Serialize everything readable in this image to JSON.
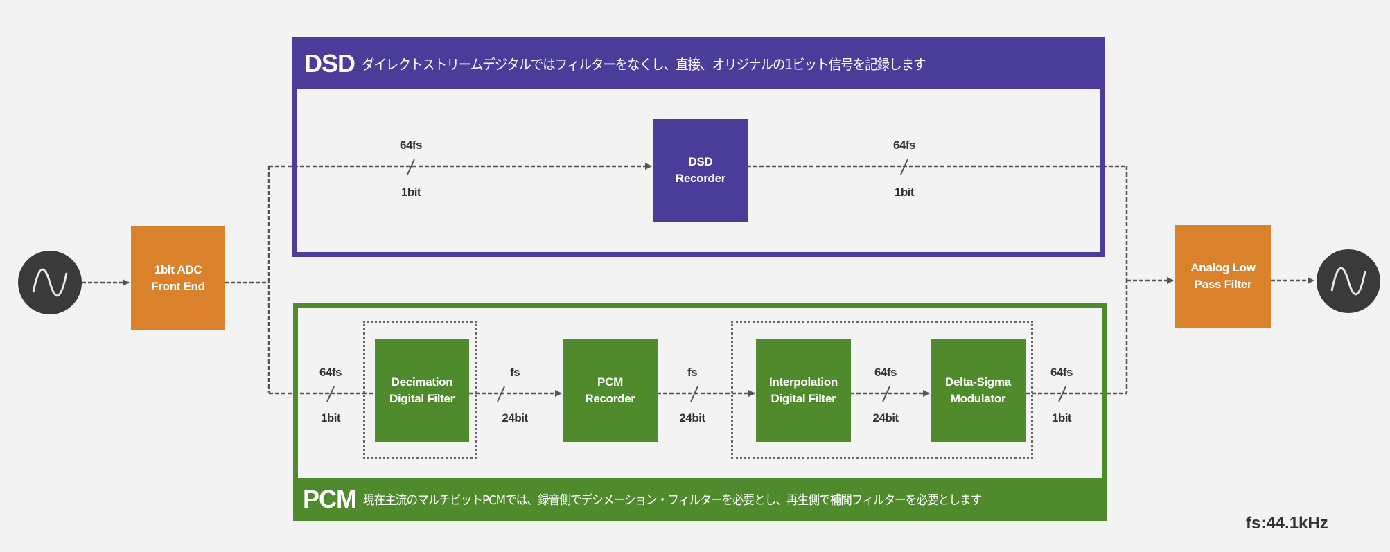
{
  "colors": {
    "dsd": "#4a3d99",
    "pcm": "#4f8a2c",
    "analog_block": "#d9822b",
    "source": "#3a3a3a",
    "line": "#555555"
  },
  "input_source": {
    "icon": "sine-wave-icon"
  },
  "output_source": {
    "icon": "sine-wave-icon"
  },
  "adc_block": {
    "line1": "1bit ADC",
    "line2": "Front End"
  },
  "lpf_block": {
    "line1": "Analog Low",
    "line2": "Pass Filter"
  },
  "dsd_section": {
    "title": "DSD",
    "description": "ダイレクトストリームデジタルではフィルターをなくし、直接、オリジナルの1ビット信号を記録します",
    "recorder": {
      "line1": "DSD",
      "line2": "Recorder"
    },
    "signals": [
      {
        "rate": "64fs",
        "bits": "1bit"
      },
      {
        "rate": "64fs",
        "bits": "1bit"
      }
    ]
  },
  "pcm_section": {
    "title": "PCM",
    "description": "現在主流のマルチビットPCMでは、録音側でデシメーション・フィルターを必要とし、再生側で補間フィルターを必要とします",
    "blocks": [
      {
        "line1": "Decimation",
        "line2": "Digital Filter"
      },
      {
        "line1": "PCM",
        "line2": "Recorder"
      },
      {
        "line1": "Interpolation",
        "line2": "Digital Filter"
      },
      {
        "line1": "Delta-Sigma",
        "line2": "Modulator"
      }
    ],
    "signals": [
      {
        "rate": "64fs",
        "bits": "1bit"
      },
      {
        "rate": "fs",
        "bits": "24bit"
      },
      {
        "rate": "fs",
        "bits": "24bit"
      },
      {
        "rate": "64fs",
        "bits": "24bit"
      },
      {
        "rate": "64fs",
        "bits": "1bit"
      }
    ]
  },
  "footnote": "fs:44.1kHz"
}
